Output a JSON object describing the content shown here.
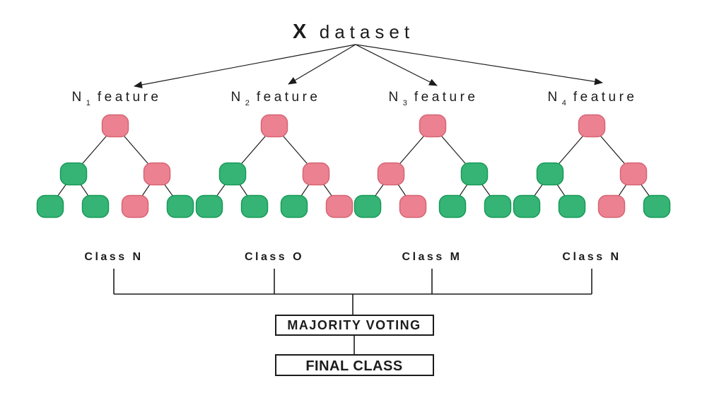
{
  "title": {
    "bold": "X",
    "rest": "dataset"
  },
  "colors": {
    "red_fill": "#ec8291",
    "red_stroke": "#d66473",
    "green_fill": "#35b476",
    "green_stroke": "#179a57",
    "pink_text": "#f0737f",
    "ink": "#1c1c1c"
  },
  "trees": [
    {
      "feature": {
        "base": "N",
        "sub": "1",
        "word": "feature"
      },
      "class_label": "Class N",
      "root": "red",
      "level2": [
        "green",
        "red"
      ],
      "leaves": [
        "green",
        "green",
        "red",
        "green"
      ]
    },
    {
      "feature": {
        "base": "N",
        "sub": "2",
        "word": "feature"
      },
      "class_label": "Class O",
      "root": "red",
      "level2": [
        "green",
        "red"
      ],
      "leaves": [
        "green",
        "green",
        "green",
        "red"
      ]
    },
    {
      "feature": {
        "base": "N",
        "sub": "3",
        "word": "feature"
      },
      "class_label": "Class M",
      "root": "red",
      "level2": [
        "red",
        "green"
      ],
      "leaves": [
        "green",
        "red",
        "green",
        "green"
      ]
    },
    {
      "feature": {
        "base": "N",
        "sub": "4",
        "word": "feature"
      },
      "class_label": "Class N",
      "root": "red",
      "level2": [
        "green",
        "red"
      ],
      "leaves": [
        "green",
        "green",
        "red",
        "green"
      ]
    }
  ],
  "voting": {
    "label": "MAJORITY VOTING"
  },
  "final": {
    "label": "FINAL CLASS"
  }
}
